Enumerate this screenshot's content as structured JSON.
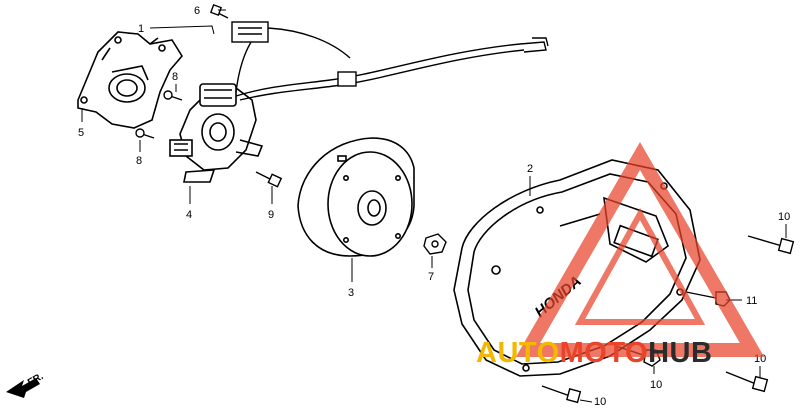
{
  "callouts": {
    "c1": "1",
    "c2": "2",
    "c3": "3",
    "c4": "4",
    "c5": "5",
    "c6": "6",
    "c7": "7",
    "c8a": "8",
    "c8b": "8",
    "c9": "9",
    "c10a": "10",
    "c10b": "10",
    "c10c": "10",
    "c10d": "10",
    "c11": "11"
  },
  "direction_label": "FR.",
  "brand_on_cover": "HONDA",
  "watermark": {
    "part1": "AUTO",
    "part2": "MOTO",
    "part3": "HUB",
    "color_auto": "#f5b800",
    "color_moto": "#e8442a",
    "color_hub": "#2b2b2b",
    "triangle_color": "#e8442a"
  }
}
